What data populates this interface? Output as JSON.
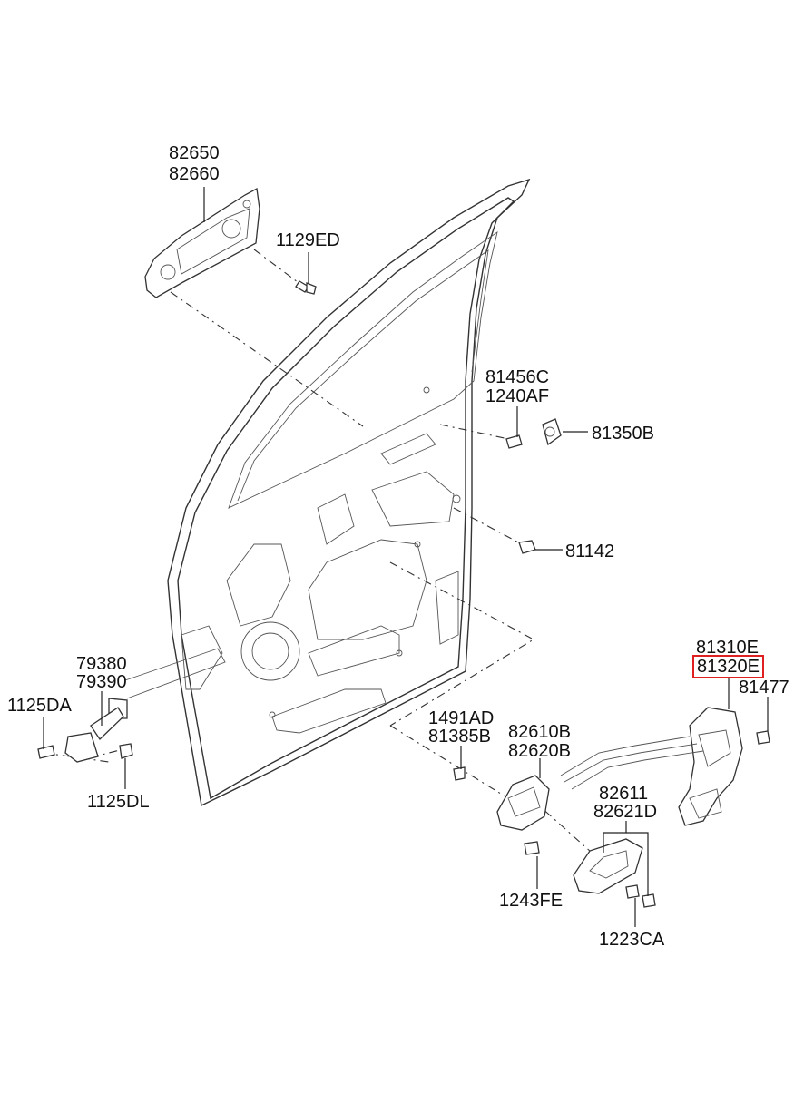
{
  "highlight_color": "#e02020",
  "parts": {
    "p82650": "82650",
    "p82660": "82660",
    "p1129ED": "1129ED",
    "p81456C": "81456C",
    "p1240AF": "1240AF",
    "p81350B": "81350B",
    "p81142": "81142",
    "p79380": "79380",
    "p79390": "79390",
    "p1125DA": "1125DA",
    "p1125DL": "1125DL",
    "p1491AD": "1491AD",
    "p81385B": "81385B",
    "p82610B": "82610B",
    "p82620B": "82620B",
    "p82611": "82611",
    "p82621D": "82621D",
    "p1243FE": "1243FE",
    "p1223CA": "1223CA",
    "p81310E": "81310E",
    "p81320E": "81320E",
    "p81477": "81477"
  }
}
